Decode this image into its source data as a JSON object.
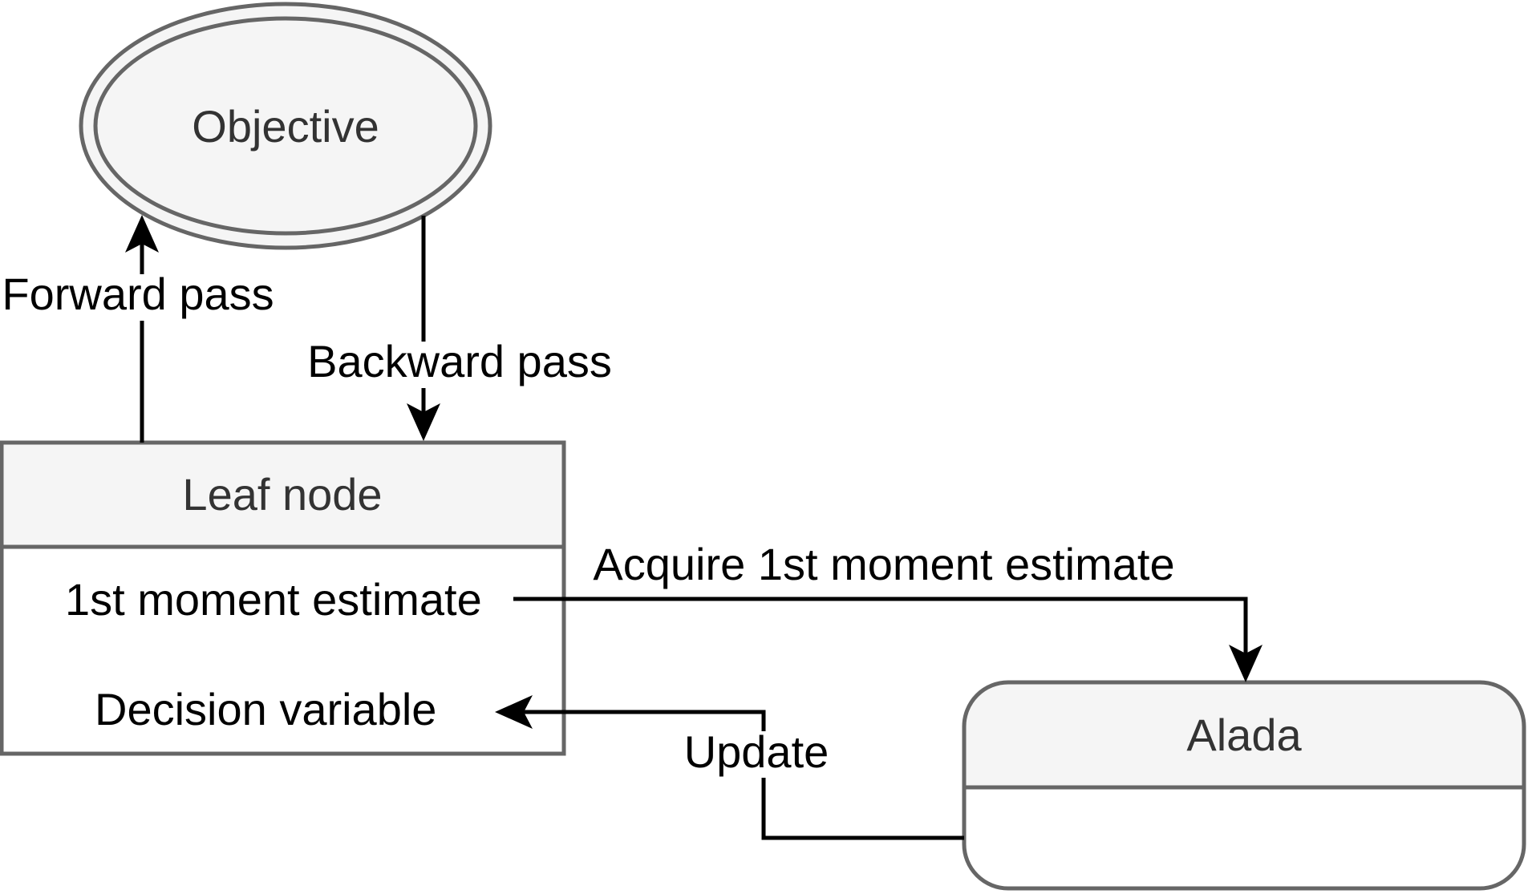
{
  "diagram": {
    "nodes": {
      "objective": {
        "label": "Objective"
      },
      "leaf_node": {
        "title": "Leaf node",
        "rows": [
          "1st moment estimate",
          "Decision variable"
        ]
      },
      "alada": {
        "title": "Alada"
      }
    },
    "edges": {
      "forward": {
        "label": "Forward pass"
      },
      "backward": {
        "label": "Backward pass"
      },
      "acquire": {
        "label": "Acquire 1st moment estimate"
      },
      "update": {
        "label": "Update"
      }
    },
    "colors": {
      "node_fill": "#f5f5f5",
      "node_body_fill": "#ffffff",
      "node_border": "#666666",
      "node_title_text": "#333333",
      "edge_line": "#000000",
      "edge_label_text": "#000000",
      "background": "#ffffff"
    }
  }
}
